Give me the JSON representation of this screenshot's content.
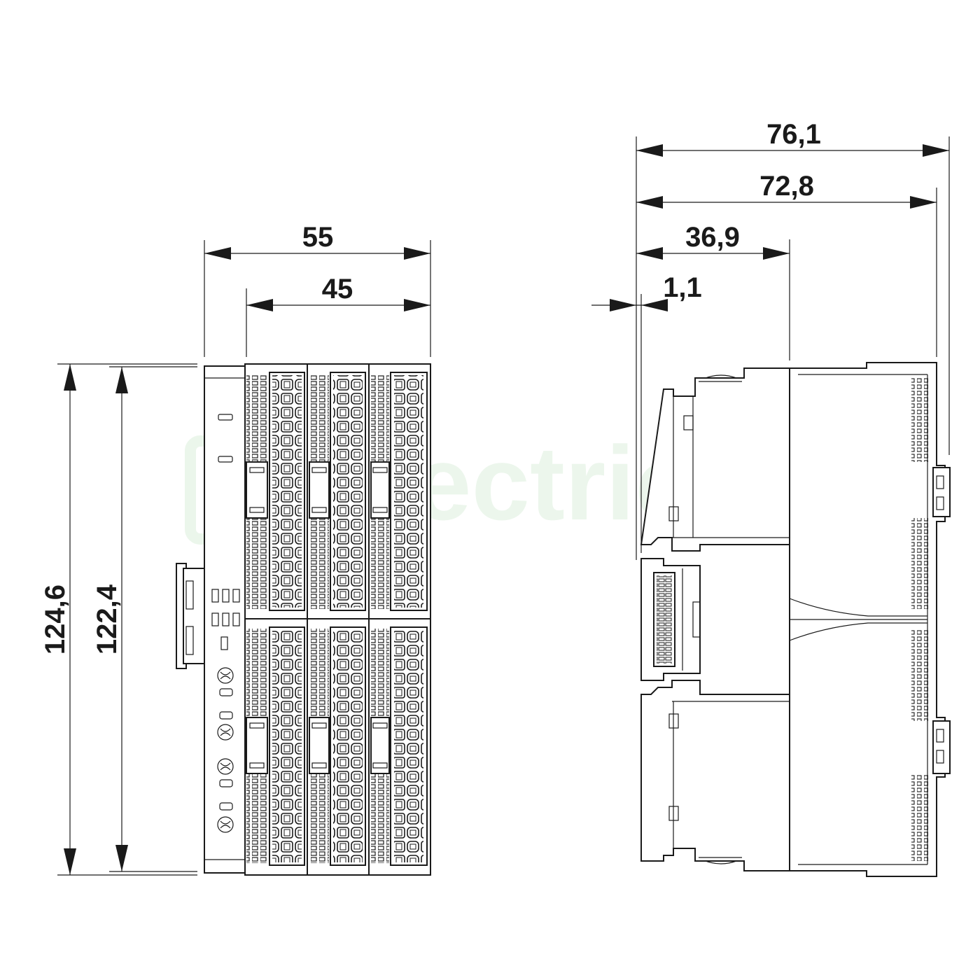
{
  "watermark": {
    "text": "electricon",
    "color": "#3aa53a"
  },
  "front_view": {
    "dimensions": {
      "overall_width": "55",
      "terminal_width": "45",
      "overall_height": "124,6",
      "body_height": "122,4"
    }
  },
  "side_view": {
    "dimensions": {
      "overall_depth": "76,1",
      "body_depth": "72,8",
      "connector_depth": "36,9",
      "rail_offset": "1,1"
    }
  }
}
